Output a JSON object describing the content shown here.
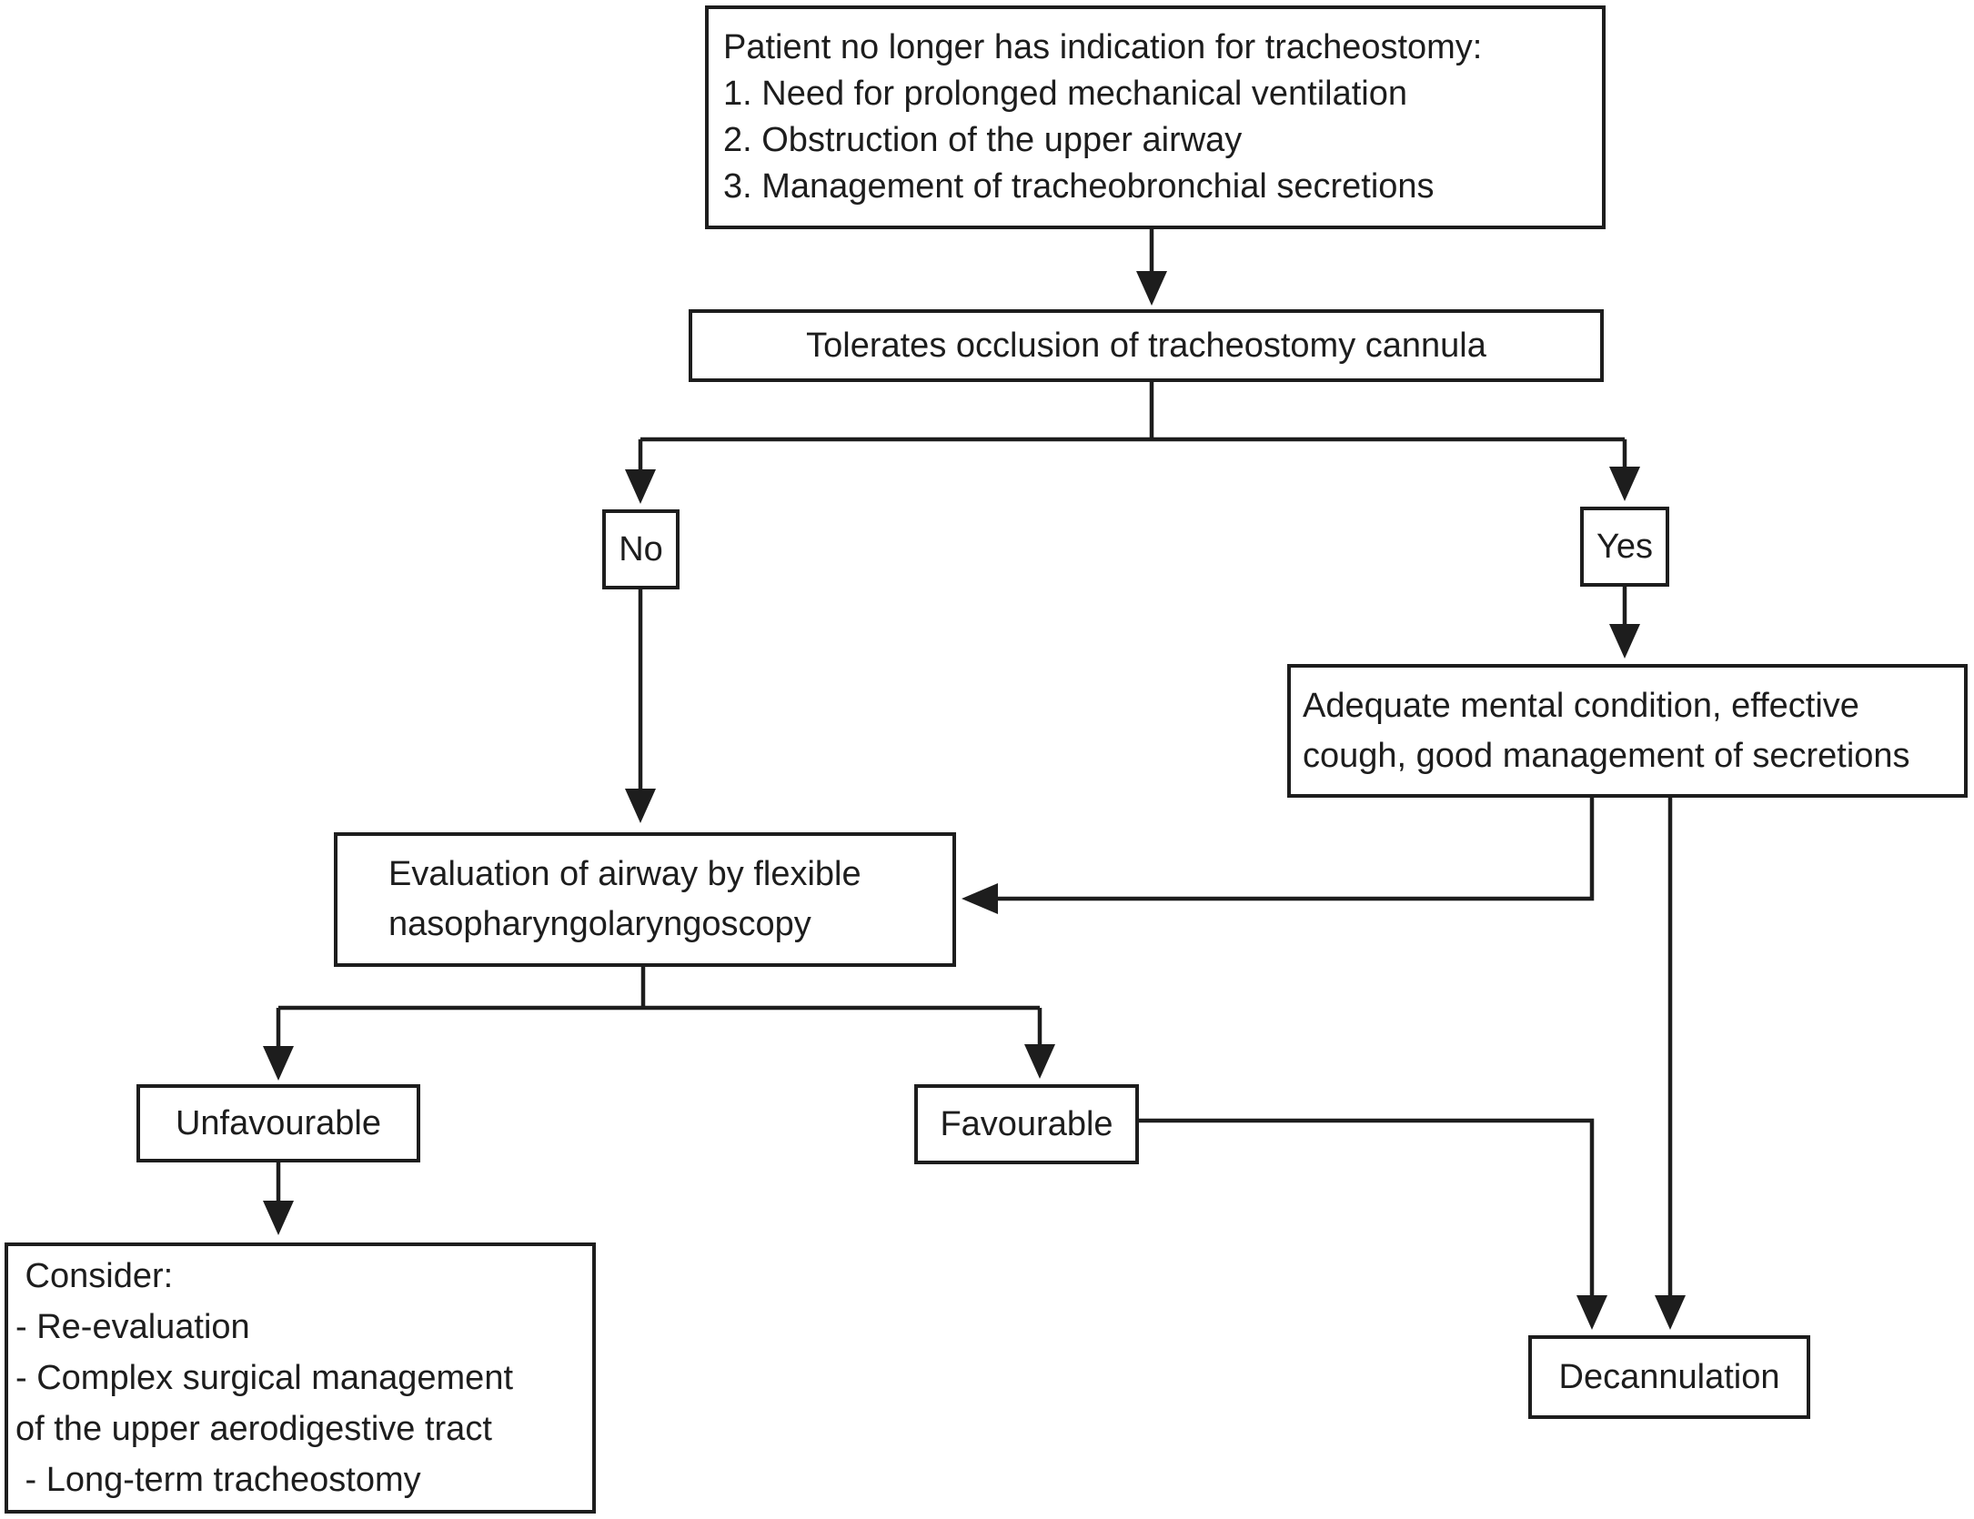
{
  "diagram_type": "flowchart",
  "colors": {
    "ink": "#1d1d1d",
    "background": "#ffffff"
  },
  "nodes": {
    "indication": {
      "lines": [
        "Patient no longer has indication for tracheostomy:",
        "1. Need for prolonged mechanical ventilation",
        "2. Obstruction of the upper airway",
        "3. Management of tracheobronchial secretions"
      ]
    },
    "tolerates": {
      "label": "Tolerates occlusion of tracheostomy cannula"
    },
    "no": {
      "label": "No"
    },
    "yes": {
      "label": "Yes"
    },
    "adequate": {
      "lines": [
        "Adequate mental condition, effective",
        "cough, good management of secretions"
      ]
    },
    "evaluation": {
      "lines": [
        "Evaluation of airway by flexible",
        "nasopharyngolaryngoscopy"
      ]
    },
    "unfavourable": {
      "label": "Unfavourable"
    },
    "favourable": {
      "label": "Favourable"
    },
    "consider": {
      "lines": [
        " Consider:",
        "- Re-evaluation",
        "- Complex surgical management",
        "of the upper aerodigestive tract",
        " - Long-term tracheostomy"
      ]
    },
    "decannulation": {
      "label": "Decannulation"
    }
  },
  "edges": [
    {
      "from": "indication",
      "to": "tolerates"
    },
    {
      "from": "tolerates",
      "to": "no"
    },
    {
      "from": "tolerates",
      "to": "yes"
    },
    {
      "from": "no",
      "to": "evaluation"
    },
    {
      "from": "yes",
      "to": "adequate"
    },
    {
      "from": "adequate",
      "to": "evaluation"
    },
    {
      "from": "adequate",
      "to": "decannulation"
    },
    {
      "from": "evaluation",
      "to": "unfavourable"
    },
    {
      "from": "evaluation",
      "to": "favourable"
    },
    {
      "from": "unfavourable",
      "to": "consider"
    },
    {
      "from": "favourable",
      "to": "decannulation"
    }
  ]
}
